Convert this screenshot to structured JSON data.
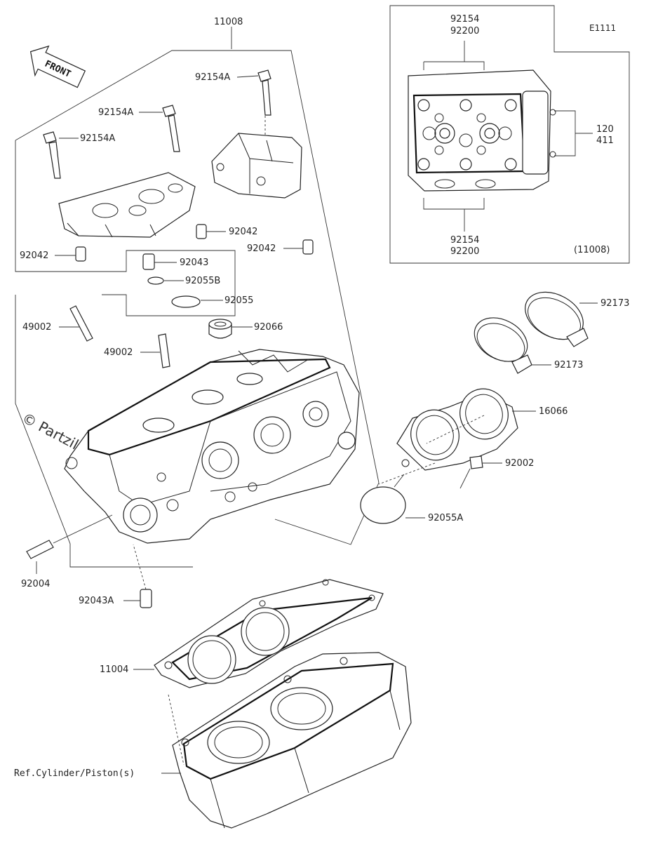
{
  "diagram": {
    "code": "E1111",
    "watermark": "© Partzilla.com",
    "front_label": "FRONT",
    "inset_ref": "(11008)",
    "parts": {
      "p11008": "11008",
      "p92154A_1": "92154A",
      "p92154A_2": "92154A",
      "p92154A_3": "92154A",
      "p92042_1": "92042",
      "p92042_2": "92042",
      "p92042_3": "92042",
      "p92043": "92043",
      "p92055B": "92055B",
      "p92055": "92055",
      "p92066": "92066",
      "p49002_1": "49002",
      "p49002_2": "49002",
      "p92173_1": "92173",
      "p92173_2": "92173",
      "p16066": "16066",
      "p92002": "92002",
      "p92055A": "92055A",
      "p92004": "92004",
      "p92043A": "92043A",
      "p11004": "11004",
      "ref_cyl": "Ref.Cylinder/Piston(s)",
      "in_92154_top": "92154",
      "in_92200_top": "92200",
      "in_92154_bot": "92154",
      "in_92200_bot": "92200",
      "in_120": "120",
      "in_411": "411"
    }
  }
}
